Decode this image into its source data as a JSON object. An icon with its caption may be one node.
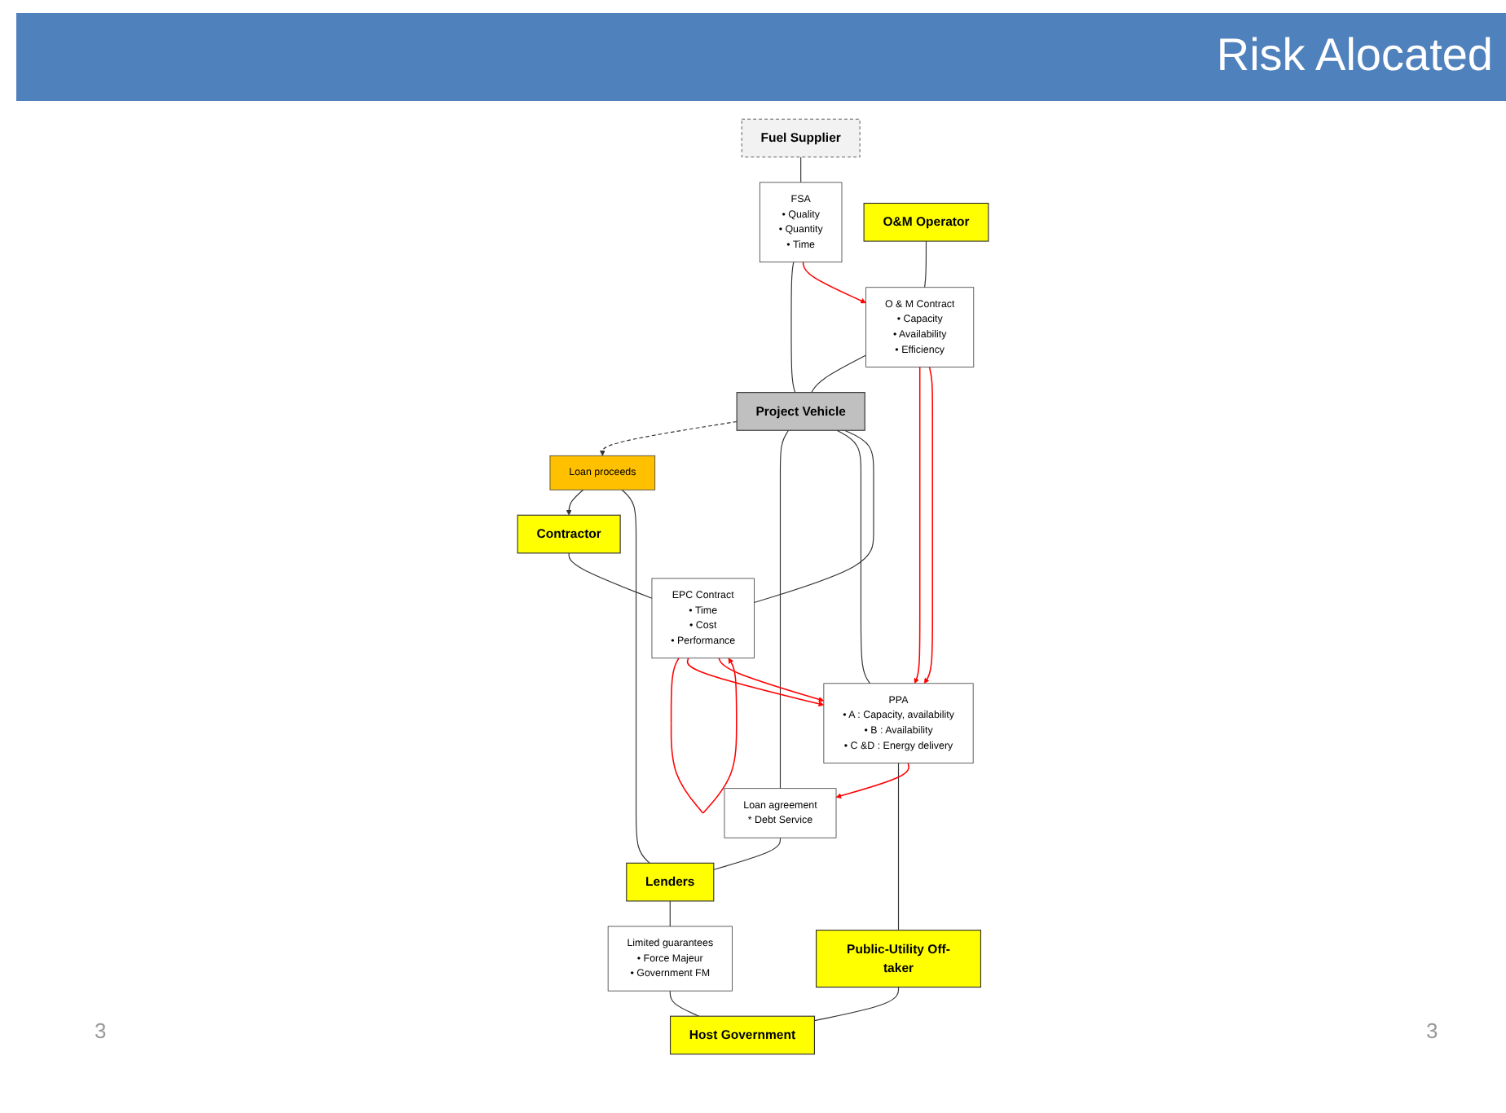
{
  "diagram": {
    "title": "Risk Alocated",
    "nodes": [
      {
        "text": [
          "Fuel Supplier"
        ]
      },
      {
        "text": [
          "Contractor"
        ]
      },
      {
        "text": [
          "EPC Contract",
          "• Time",
          "• Cost",
          "• Performance"
        ]
      },
      {
        "text": [
          "FSA",
          "• Quality",
          "• Quantity",
          "• Time"
        ]
      },
      {
        "text": [
          "O&M Operator"
        ]
      },
      {
        "text": [
          "O & M Contract",
          "• Capacity",
          "• Availability",
          "• Efficiency"
        ]
      },
      {
        "text": [
          "Loan proceeds"
        ]
      },
      {
        "text": [
          "Project Vehicle"
        ]
      },
      {
        "text": [
          "Loan agreement",
          "* Debt Service"
        ]
      },
      {
        "text": [
          "PPA",
          "• A : Capacity, availability",
          "• B : Availability",
          "• C &D : Energy delivery"
        ]
      },
      {
        "text": [
          "Lenders"
        ]
      },
      {
        "text": [
          "Limited guarantees",
          "• Force Majeur",
          "• Government FM"
        ]
      },
      {
        "text": [
          "Public-Utility Off-taker"
        ]
      },
      {
        "text": [
          "Host Government"
        ]
      }
    ],
    "edges": [
      {
        "from": 0,
        "to": 3,
        "arrow": "none"
      },
      {
        "from": 1,
        "to": 2,
        "arrow": "none"
      },
      {
        "from": 2,
        "to": 7,
        "arrow": "none"
      },
      {
        "from": 3,
        "to": 7,
        "arrow": "none"
      },
      {
        "from": 4,
        "to": 5,
        "arrow": "none"
      },
      {
        "from": 5,
        "to": 7,
        "arrow": "none"
      },
      {
        "from": 7,
        "to": 6,
        "arrow": "to",
        "style": "dashed"
      },
      {
        "from": 6,
        "to": 1,
        "arrow": "to"
      },
      {
        "from": 10,
        "to": 6,
        "arrow": "none"
      },
      {
        "from": 7,
        "to": 8,
        "arrow": "none"
      },
      {
        "from": 8,
        "to": 10,
        "arrow": "none"
      },
      {
        "from": 7,
        "to": 9,
        "arrow": "none"
      },
      {
        "from": 9,
        "to": 12,
        "arrow": "none"
      },
      {
        "from": 12,
        "to": 13,
        "arrow": "none"
      },
      {
        "from": 10,
        "to": 11,
        "arrow": "none"
      },
      {
        "from": 11,
        "to": 13,
        "arrow": "none"
      },
      {
        "from": 2,
        "to": 2,
        "arrow": "to",
        "color": "#ff0000"
      },
      {
        "from": 2,
        "to": 9,
        "arrow": "to",
        "color": "#ff0000"
      },
      {
        "from": 2,
        "to": 9,
        "arrow": "to",
        "color": "#ff0000"
      },
      {
        "from": 3,
        "to": 5,
        "arrow": "to",
        "color": "#ff0000"
      },
      {
        "from": 5,
        "to": 9,
        "arrow": "to",
        "color": "#ff0000"
      },
      {
        "from": 5,
        "to": 9,
        "arrow": "to",
        "color": "#ff0000"
      },
      {
        "from": 9,
        "to": 8,
        "arrow": "to",
        "color": "#ff0000"
      }
    ],
    "labels": [
      "3",
      "3"
    ]
  }
}
